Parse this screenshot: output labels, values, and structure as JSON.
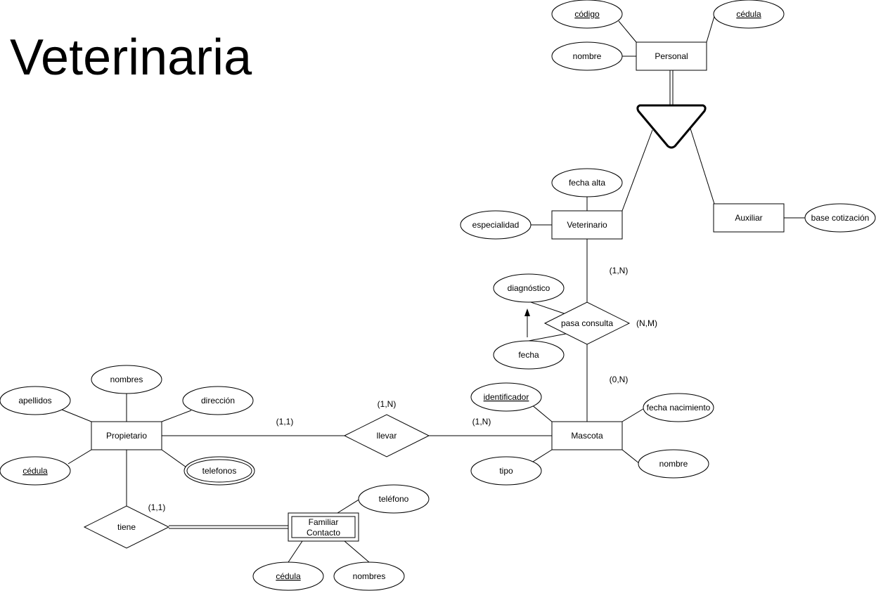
{
  "title": "Veterinaria",
  "entities": {
    "personal": "Personal",
    "veterinario": "Veterinario",
    "auxiliar": "Auxiliar",
    "propietario": "Propietario",
    "mascota": "Mascota",
    "familiar_contacto_line1": "Familiar",
    "familiar_contacto_line2": "Contacto"
  },
  "relationships": {
    "pasa_consulta": "pasa consulta",
    "llevar": "llevar",
    "tiene": "tiene"
  },
  "attributes": {
    "personal_codigo": "código",
    "personal_cedula": "cédula",
    "personal_nombre": "nombre",
    "veterinario_fecha_alta": "fecha alta",
    "veterinario_especialidad": "especialidad",
    "auxiliar_base_cotizacion": "base cotización",
    "consulta_diagnostico": "diagnóstico",
    "consulta_fecha": "fecha",
    "mascota_identificador": "identificador",
    "mascota_fecha_nacimiento": "fecha nacimiento",
    "mascota_nombre": "nombre",
    "mascota_tipo": "tipo",
    "propietario_nombres": "nombres",
    "propietario_apellidos": "apellidos",
    "propietario_direccion": "dirección",
    "propietario_cedula": "cédula",
    "propietario_telefonos": "telefonos",
    "familiar_telefono": "teléfono",
    "familiar_cedula": "cédula",
    "familiar_nombres": "nombres"
  },
  "cardinalities": {
    "veterinario_consulta": "(1,N)",
    "consulta_nm": "(N,M)",
    "mascota_consulta": "(0,N)",
    "llevar_top": "(1,N)",
    "propietario_llevar": "(1,1)",
    "mascota_llevar": "(1,N)",
    "tiene_familiar": "(1,1)"
  }
}
